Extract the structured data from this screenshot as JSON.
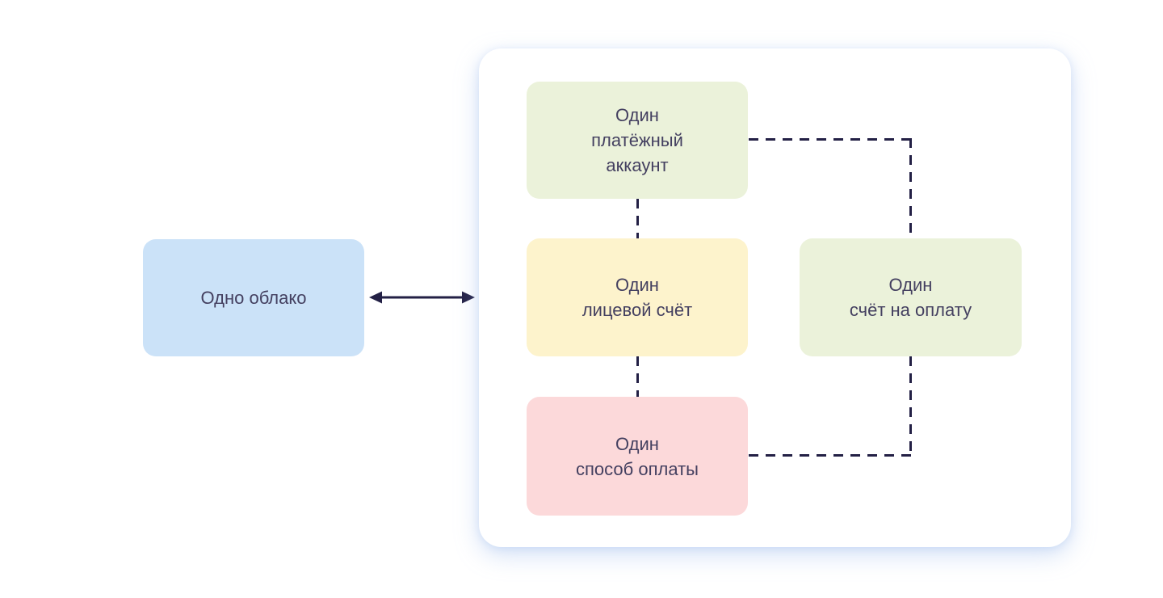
{
  "page": {
    "background": "#ffffff",
    "text_color": "#444060"
  },
  "cloud_box": {
    "label": "Одно облако",
    "color": "#cbe2f8"
  },
  "arrow": {
    "type": "double-headed",
    "color": "#232045"
  },
  "panel": {
    "background": "#ffffff",
    "shadow_color": "#97b7ec",
    "connector_style": "dashed",
    "connector_color": "#232045",
    "boxes": [
      {
        "name": "payment-account",
        "label": "Один\nплатёжный\nаккаунт",
        "color": "#ebf2da"
      },
      {
        "name": "billing-account",
        "label": "Один\nлицевой счёт",
        "color": "#fdf3cc"
      },
      {
        "name": "invoice",
        "label": "Один\nсчёт на оплату",
        "color": "#ebf2da"
      },
      {
        "name": "payment-method",
        "label": "Один\nспособ оплаты",
        "color": "#fcd9da"
      }
    ],
    "connections": [
      "payment-account — billing-account",
      "billing-account — payment-method",
      "payment-account — invoice",
      "payment-method — invoice"
    ]
  }
}
